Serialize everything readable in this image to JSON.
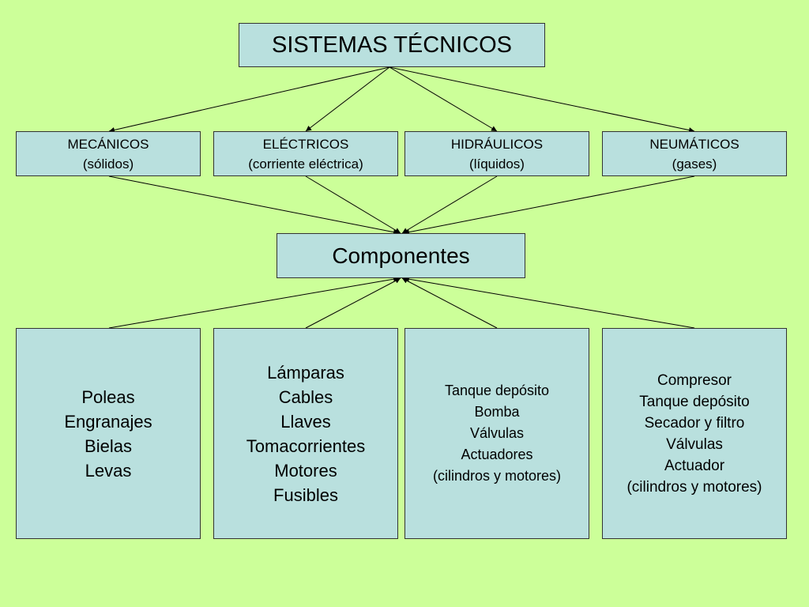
{
  "diagram": {
    "root": {
      "label": "SISTEMAS TÉCNICOS"
    },
    "categories": [
      {
        "name": "MECÁNICOS",
        "medium": "(sólidos)"
      },
      {
        "name": "ELÉCTRICOS",
        "medium": "(corriente eléctrica)"
      },
      {
        "name": "HIDRÁULICOS",
        "medium": "(líquidos)"
      },
      {
        "name": "NEUMÁTICOS",
        "medium": "(gases)"
      }
    ],
    "hub": {
      "label": "Componentes"
    },
    "component_lists": [
      {
        "items": [
          "Poleas",
          "Engranajes",
          "Bielas",
          "Levas"
        ]
      },
      {
        "items": [
          "Lámparas",
          "Cables",
          "Llaves",
          "Tomacorrientes",
          "Motores",
          "Fusibles"
        ]
      },
      {
        "items": [
          "Tanque depósito",
          "Bomba",
          "Válvulas",
          "Actuadores",
          "(cilindros y motores)"
        ]
      },
      {
        "items": [
          "Compresor",
          "Tanque depósito",
          "Secador y filtro",
          "Válvulas",
          "Actuador",
          "(cilindros y motores)"
        ]
      }
    ],
    "colors": {
      "background": "#ccff99",
      "box_fill": "#b9e0de",
      "box_border": "#333333",
      "arrow": "#000000"
    }
  }
}
